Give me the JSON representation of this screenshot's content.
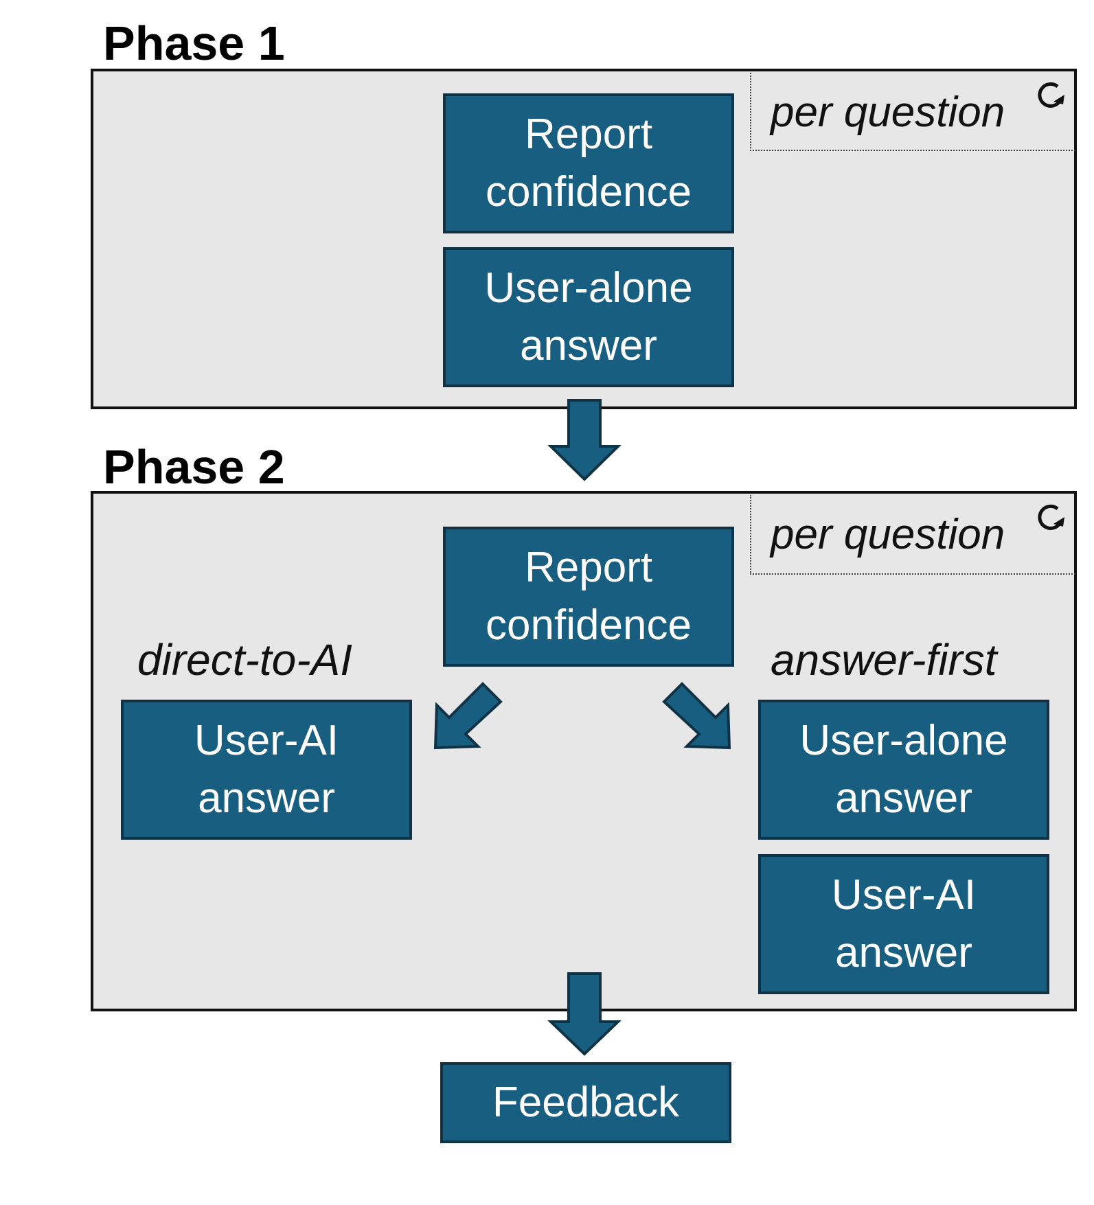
{
  "phase1": {
    "title": "Phase 1",
    "tag": "per question",
    "tag_icon": "refresh-icon",
    "boxes": {
      "report": "Report confidence",
      "user_alone": "User-alone answer"
    }
  },
  "phase2": {
    "title": "Phase 2",
    "tag": "per question",
    "tag_icon": "refresh-icon",
    "report": "Report confidence",
    "left_branch": {
      "label": "direct-to-AI",
      "box": "User-AI answer"
    },
    "right_branch": {
      "label": "answer-first",
      "boxes": [
        "User-alone answer",
        "User-AI answer"
      ]
    }
  },
  "feedback": "Feedback",
  "colors": {
    "box_fill": "#175e80",
    "box_border": "#0f3345",
    "panel_fill": "#e7e7e7",
    "box_text": "#ffffff"
  }
}
